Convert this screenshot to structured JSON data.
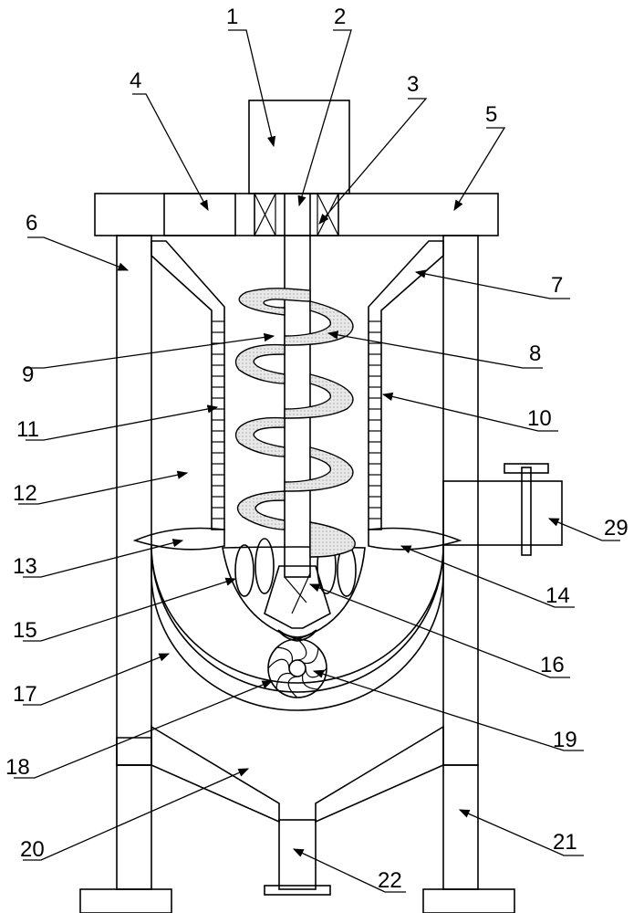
{
  "callouts": [
    {
      "id": "1",
      "text": "1"
    },
    {
      "id": "2",
      "text": "2"
    },
    {
      "id": "3",
      "text": "3"
    },
    {
      "id": "4",
      "text": "4"
    },
    {
      "id": "5",
      "text": "5"
    },
    {
      "id": "6",
      "text": "6"
    },
    {
      "id": "7",
      "text": "7"
    },
    {
      "id": "8",
      "text": "8"
    },
    {
      "id": "9",
      "text": "9"
    },
    {
      "id": "10",
      "text": "10"
    },
    {
      "id": "11",
      "text": "11"
    },
    {
      "id": "12",
      "text": "12"
    },
    {
      "id": "13",
      "text": "13"
    },
    {
      "id": "14",
      "text": "14"
    },
    {
      "id": "15",
      "text": "15"
    },
    {
      "id": "16",
      "text": "16"
    },
    {
      "id": "17",
      "text": "17"
    },
    {
      "id": "18",
      "text": "18"
    },
    {
      "id": "19",
      "text": "19"
    },
    {
      "id": "20",
      "text": "20"
    },
    {
      "id": "21",
      "text": "21"
    },
    {
      "id": "22",
      "text": "22"
    },
    {
      "id": "29",
      "text": "29"
    }
  ],
  "colors": {
    "stroke": "#000000",
    "background": "#ffffff",
    "screw_fill": "#e6e6e6"
  }
}
